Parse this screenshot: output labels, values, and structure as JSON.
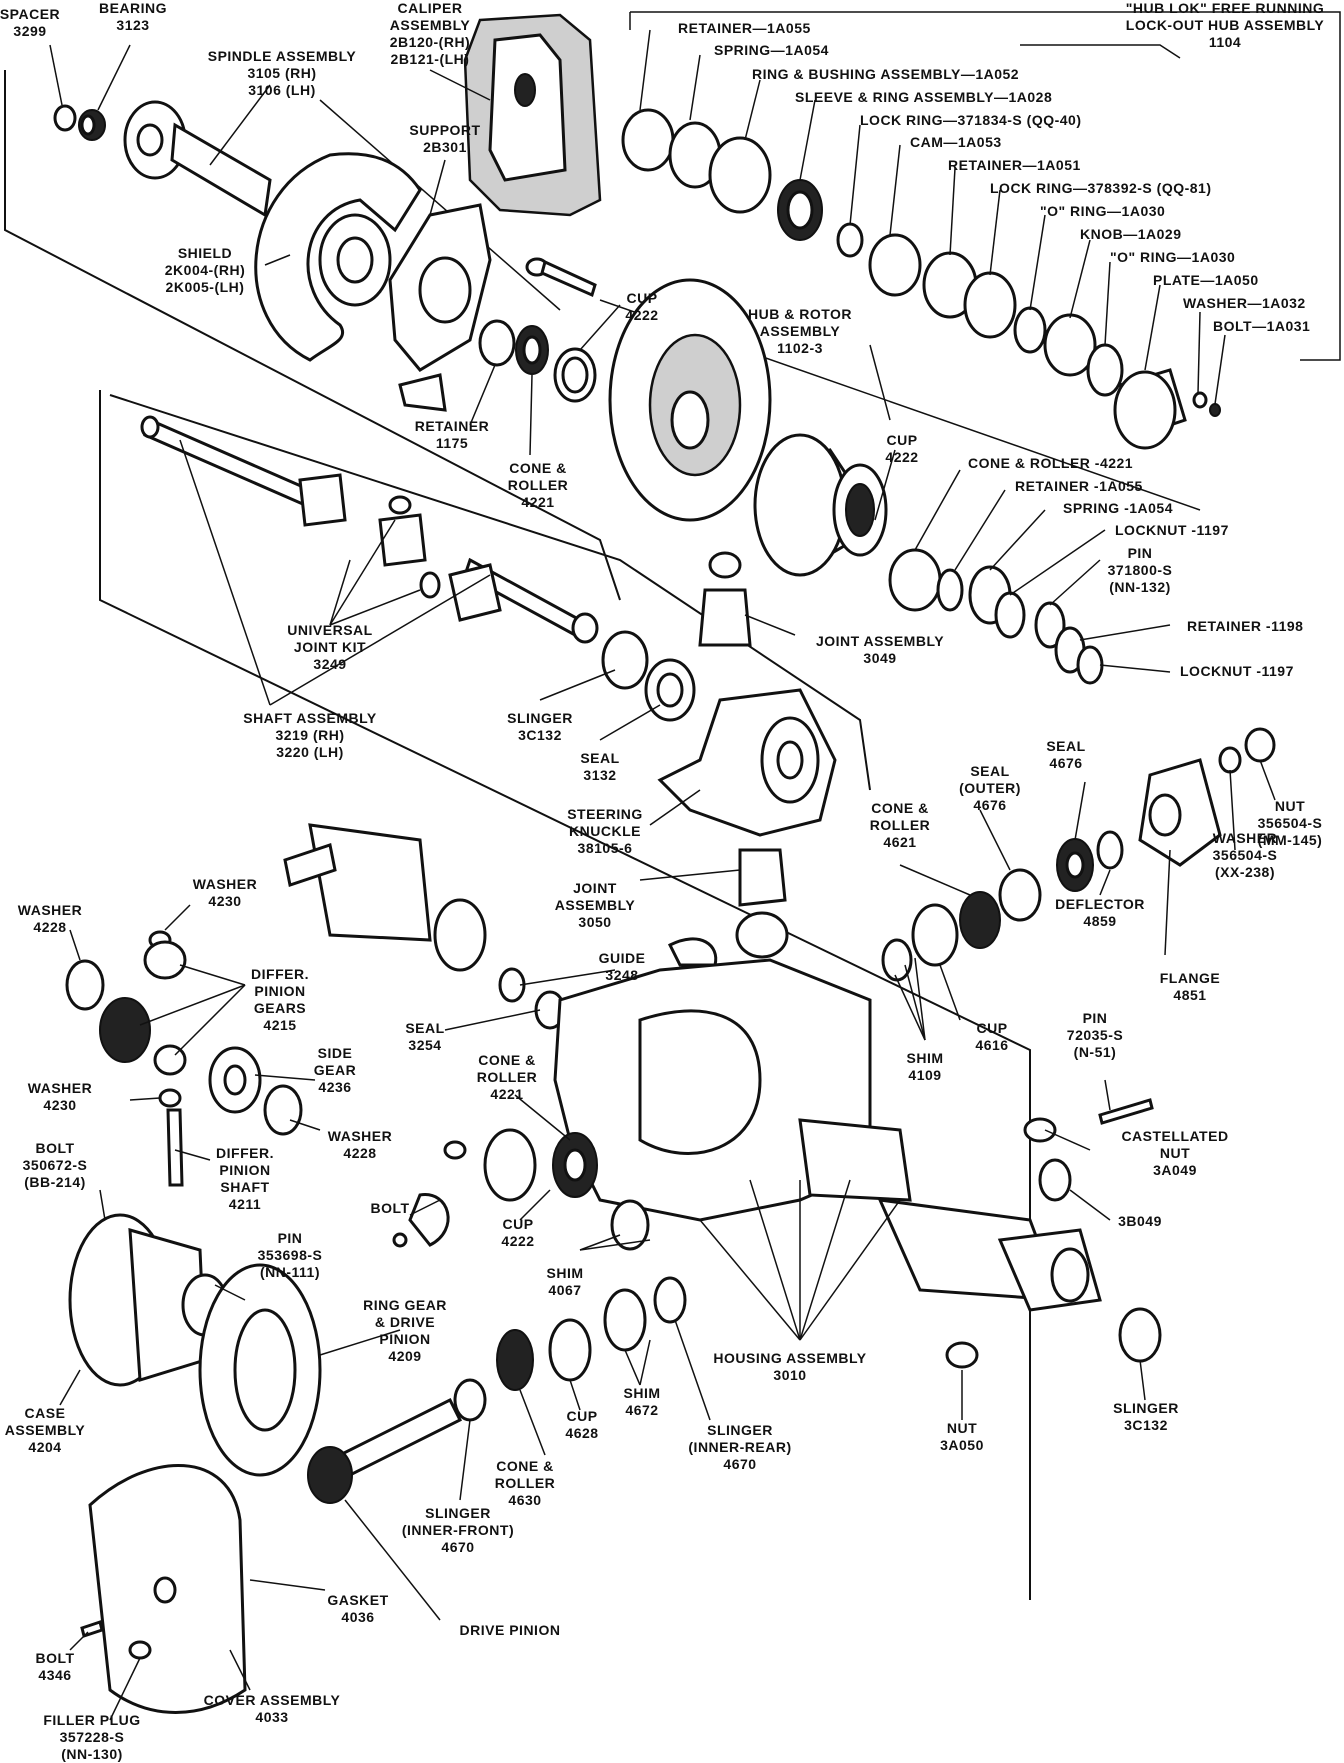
{
  "labels": [
    {
      "id": "spacer",
      "lines": [
        "SPACER",
        "3299"
      ]
    },
    {
      "id": "bearing",
      "lines": [
        "BEARING",
        "3123"
      ]
    },
    {
      "id": "spindle",
      "lines": [
        "SPINDLE ASSEMBLY",
        "3105 (RH)",
        "3106 (LH)"
      ]
    },
    {
      "id": "caliper",
      "lines": [
        "CALIPER",
        "ASSEMBLY",
        "2B120-(RH)",
        "2B121-(LH)"
      ]
    },
    {
      "id": "support",
      "lines": [
        "SUPPORT",
        "2B301"
      ]
    },
    {
      "id": "shield",
      "lines": [
        "SHIELD",
        "2K004-(RH)",
        "2K005-(LH)"
      ]
    },
    {
      "id": "hub-lok",
      "lines": [
        "\"HUB LOK\" FREE RUNNING",
        "LOCK-OUT HUB ASSEMBLY",
        "1104"
      ]
    },
    {
      "id": "retainer-1a055-top",
      "lines": [
        "RETAINER—1A055"
      ]
    },
    {
      "id": "spring-1a054-top",
      "lines": [
        "SPRING—1A054"
      ]
    },
    {
      "id": "ring-bushing",
      "lines": [
        "RING & BUSHING ASSEMBLY—1A052"
      ]
    },
    {
      "id": "sleeve-ring",
      "lines": [
        "SLEEVE & RING ASSEMBLY—1A028"
      ]
    },
    {
      "id": "lock-ring-371834",
      "lines": [
        "LOCK RING—371834-S (QQ-40)"
      ]
    },
    {
      "id": "cam",
      "lines": [
        "CAM—1A053"
      ]
    },
    {
      "id": "retainer-1a051",
      "lines": [
        "RETAINER—1A051"
      ]
    },
    {
      "id": "lock-ring-378392",
      "lines": [
        "LOCK RING—378392-S (QQ-81)"
      ]
    },
    {
      "id": "o-ring-1",
      "lines": [
        "\"O\" RING—1A030"
      ]
    },
    {
      "id": "knob",
      "lines": [
        "KNOB—1A029"
      ]
    },
    {
      "id": "o-ring-2",
      "lines": [
        "\"O\" RING—1A030"
      ]
    },
    {
      "id": "plate",
      "lines": [
        "PLATE—1A050"
      ]
    },
    {
      "id": "washer-1a032",
      "lines": [
        "WASHER—1A032"
      ]
    },
    {
      "id": "bolt-1a031",
      "lines": [
        "BOLT—1A031"
      ]
    },
    {
      "id": "cup-4222-top",
      "lines": [
        "CUP",
        "4222"
      ]
    },
    {
      "id": "hub-rotor",
      "lines": [
        "HUB & ROTOR",
        "ASSEMBLY",
        "1102-3"
      ]
    },
    {
      "id": "retainer-1175",
      "lines": [
        "RETAINER",
        "1175"
      ]
    },
    {
      "id": "cone-roller-4221-top",
      "lines": [
        "CONE &",
        "ROLLER",
        "4221"
      ]
    },
    {
      "id": "cup-4222-mid",
      "lines": [
        "CUP",
        "4222"
      ]
    },
    {
      "id": "cone-roller-4221-right",
      "lines": [
        "CONE & ROLLER -4221"
      ]
    },
    {
      "id": "retainer-1a055-mid",
      "lines": [
        "RETAINER -1A055"
      ]
    },
    {
      "id": "spring-1a054-mid",
      "lines": [
        "SPRING -1A054"
      ]
    },
    {
      "id": "locknut-1197-a",
      "lines": [
        "LOCKNUT -1197"
      ]
    },
    {
      "id": "pin-371800",
      "lines": [
        "PIN",
        "371800-S",
        "(NN-132)"
      ]
    },
    {
      "id": "retainer-1198",
      "lines": [
        "RETAINER -1198"
      ]
    },
    {
      "id": "locknut-1197-b",
      "lines": [
        "LOCKNUT -1197"
      ]
    },
    {
      "id": "universal-joint",
      "lines": [
        "UNIVERSAL",
        "JOINT KIT",
        "3249"
      ]
    },
    {
      "id": "joint-3049",
      "lines": [
        "JOINT ASSEMBLY",
        "3049"
      ]
    },
    {
      "id": "shaft-assembly",
      "lines": [
        "SHAFT ASSEMBLY",
        "3219 (RH)",
        "3220 (LH)"
      ]
    },
    {
      "id": "slinger-3c132-top",
      "lines": [
        "SLINGER",
        "3C132"
      ]
    },
    {
      "id": "seal-3132",
      "lines": [
        "SEAL",
        "3132"
      ]
    },
    {
      "id": "steering-knuckle",
      "lines": [
        "STEERING",
        "KNUCKLE",
        "38105-6"
      ]
    },
    {
      "id": "joint-3050",
      "lines": [
        "JOINT",
        "ASSEMBLY",
        "3050"
      ]
    },
    {
      "id": "seal-4676-a",
      "lines": [
        "SEAL",
        "4676"
      ]
    },
    {
      "id": "seal-outer",
      "lines": [
        "SEAL",
        "(OUTER)",
        "4676"
      ]
    },
    {
      "id": "nut-356504",
      "lines": [
        "NUT",
        "356504-S",
        "(MM-145)"
      ]
    },
    {
      "id": "cone-roller-4621",
      "lines": [
        "CONE &",
        "ROLLER",
        "4621"
      ]
    },
    {
      "id": "washer-356504",
      "lines": [
        "WASHER",
        "356504-S",
        "(XX-238)"
      ]
    },
    {
      "id": "deflector",
      "lines": [
        "DEFLECTOR",
        "4859"
      ]
    },
    {
      "id": "washer-4230-top",
      "lines": [
        "WASHER",
        "4230"
      ]
    },
    {
      "id": "washer-4228-left",
      "lines": [
        "WASHER",
        "4228"
      ]
    },
    {
      "id": "flange",
      "lines": [
        "FLANGE",
        "4851"
      ]
    },
    {
      "id": "differ-pinion-gears",
      "lines": [
        "DIFFER.",
        "PINION",
        "GEARS",
        "4215"
      ]
    },
    {
      "id": "guide",
      "lines": [
        "GUIDE",
        "3248"
      ]
    },
    {
      "id": "seal-3254",
      "lines": [
        "SEAL",
        "3254"
      ]
    },
    {
      "id": "side-gear",
      "lines": [
        "SIDE",
        "GEAR",
        "4236"
      ]
    },
    {
      "id": "shim-4109",
      "lines": [
        "SHIM",
        "4109"
      ]
    },
    {
      "id": "cup-4616",
      "lines": [
        "CUP",
        "4616"
      ]
    },
    {
      "id": "pin-72035",
      "lines": [
        "PIN",
        "72035-S",
        "(N-51)"
      ]
    },
    {
      "id": "cone-roller-4221-low",
      "lines": [
        "CONE &",
        "ROLLER",
        "4221"
      ]
    },
    {
      "id": "washer-4230-low",
      "lines": [
        "WASHER",
        "4230"
      ]
    },
    {
      "id": "washer-4228-low",
      "lines": [
        "WASHER",
        "4228"
      ]
    },
    {
      "id": "castellated-nut",
      "lines": [
        "CASTELLATED",
        "NUT",
        "3A049"
      ]
    },
    {
      "id": "bolt-350672",
      "lines": [
        "BOLT",
        "350672-S",
        "(BB-214)"
      ]
    },
    {
      "id": "differ-pinion-shaft",
      "lines": [
        "DIFFER.",
        "PINION",
        "SHAFT",
        "4211"
      ]
    },
    {
      "id": "bolt-left",
      "lines": [
        "BOLT"
      ]
    },
    {
      "id": "cup-4222-low",
      "lines": [
        "CUP",
        "4222"
      ]
    },
    {
      "id": "b3049",
      "lines": [
        "3B049"
      ]
    },
    {
      "id": "shim-4067",
      "lines": [
        "SHIM",
        "4067"
      ]
    },
    {
      "id": "pin-353698",
      "lines": [
        "PIN",
        "353698-S",
        "(NN-111)"
      ]
    },
    {
      "id": "ring-gear",
      "lines": [
        "RING GEAR",
        "& DRIVE",
        "PINION",
        "4209"
      ]
    },
    {
      "id": "housing",
      "lines": [
        "HOUSING ASSEMBLY",
        "3010"
      ]
    },
    {
      "id": "shim-4672",
      "lines": [
        "SHIM",
        "4672"
      ]
    },
    {
      "id": "cup-4628",
      "lines": [
        "CUP",
        "4628"
      ]
    },
    {
      "id": "slinger-inner-rear",
      "lines": [
        "SLINGER",
        "(INNER-REAR)",
        "4670"
      ]
    },
    {
      "id": "slinger-3c132-low",
      "lines": [
        "SLINGER",
        "3C132"
      ]
    },
    {
      "id": "nut-3a050",
      "lines": [
        "NUT",
        "3A050"
      ]
    },
    {
      "id": "case-assembly",
      "lines": [
        "CASE",
        "ASSEMBLY",
        "4204"
      ]
    },
    {
      "id": "cone-roller-4630",
      "lines": [
        "CONE &",
        "ROLLER",
        "4630"
      ]
    },
    {
      "id": "slinger-inner-front",
      "lines": [
        "SLINGER",
        "(INNER-FRONT)",
        "4670"
      ]
    },
    {
      "id": "gasket",
      "lines": [
        "GASKET",
        "4036"
      ]
    },
    {
      "id": "drive-pinion",
      "lines": [
        "DRIVE PINION"
      ]
    },
    {
      "id": "bolt-4346",
      "lines": [
        "BOLT",
        "4346"
      ]
    },
    {
      "id": "cover-assembly",
      "lines": [
        "COVER ASSEMBLY",
        "4033"
      ]
    },
    {
      "id": "filler-plug",
      "lines": [
        "FILLER PLUG",
        "357228-S",
        "(NN-130)"
      ]
    }
  ]
}
